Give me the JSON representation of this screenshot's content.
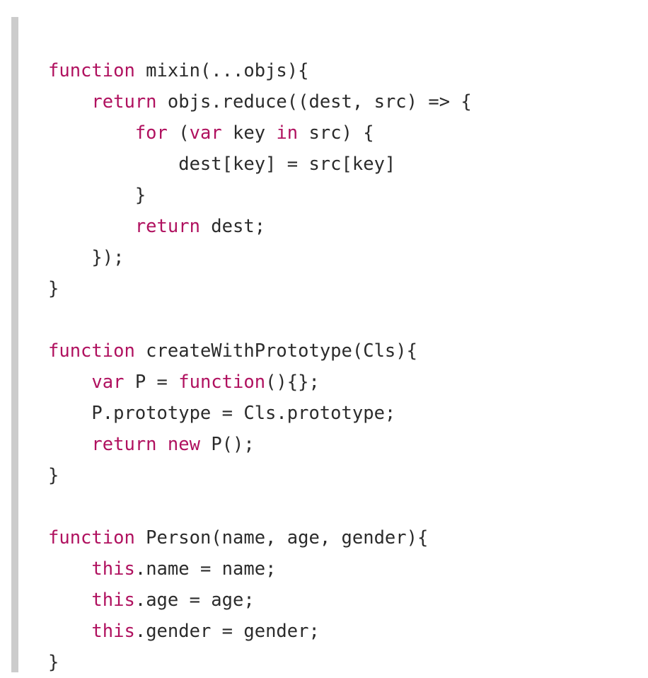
{
  "colors": {
    "keyword": "#b0115f",
    "text": "#2b2b2b",
    "border": "#cccccc",
    "background": "#ffffff"
  },
  "code_block": {
    "language": "javascript",
    "lines": [
      [
        {
          "t": "kw",
          "v": "function"
        },
        {
          "t": "tx",
          "v": " mixin(...objs){"
        }
      ],
      [
        {
          "t": "tx",
          "v": "    "
        },
        {
          "t": "kw",
          "v": "return"
        },
        {
          "t": "tx",
          "v": " objs.reduce((dest, src) => {"
        }
      ],
      [
        {
          "t": "tx",
          "v": "        "
        },
        {
          "t": "kw",
          "v": "for"
        },
        {
          "t": "tx",
          "v": " ("
        },
        {
          "t": "kw",
          "v": "var"
        },
        {
          "t": "tx",
          "v": " key "
        },
        {
          "t": "kw",
          "v": "in"
        },
        {
          "t": "tx",
          "v": " src) {"
        }
      ],
      [
        {
          "t": "tx",
          "v": "            dest[key] = src[key]"
        }
      ],
      [
        {
          "t": "tx",
          "v": "        }"
        }
      ],
      [
        {
          "t": "tx",
          "v": "        "
        },
        {
          "t": "kw",
          "v": "return"
        },
        {
          "t": "tx",
          "v": " dest;"
        }
      ],
      [
        {
          "t": "tx",
          "v": "    });"
        }
      ],
      [
        {
          "t": "tx",
          "v": "}"
        }
      ],
      [
        {
          "t": "tx",
          "v": ""
        }
      ],
      [
        {
          "t": "kw",
          "v": "function"
        },
        {
          "t": "tx",
          "v": " createWithPrototype(Cls){"
        }
      ],
      [
        {
          "t": "tx",
          "v": "    "
        },
        {
          "t": "kw",
          "v": "var"
        },
        {
          "t": "tx",
          "v": " P = "
        },
        {
          "t": "kw",
          "v": "function"
        },
        {
          "t": "tx",
          "v": "(){};"
        }
      ],
      [
        {
          "t": "tx",
          "v": "    P.prototype = Cls.prototype;"
        }
      ],
      [
        {
          "t": "tx",
          "v": "    "
        },
        {
          "t": "kw",
          "v": "return"
        },
        {
          "t": "tx",
          "v": " "
        },
        {
          "t": "kw",
          "v": "new"
        },
        {
          "t": "tx",
          "v": " P();"
        }
      ],
      [
        {
          "t": "tx",
          "v": "}"
        }
      ],
      [
        {
          "t": "tx",
          "v": ""
        }
      ],
      [
        {
          "t": "kw",
          "v": "function"
        },
        {
          "t": "tx",
          "v": " Person(name, age, gender){"
        }
      ],
      [
        {
          "t": "tx",
          "v": "    "
        },
        {
          "t": "kw",
          "v": "this"
        },
        {
          "t": "tx",
          "v": ".name = name;"
        }
      ],
      [
        {
          "t": "tx",
          "v": "    "
        },
        {
          "t": "kw",
          "v": "this"
        },
        {
          "t": "tx",
          "v": ".age = age;"
        }
      ],
      [
        {
          "t": "tx",
          "v": "    "
        },
        {
          "t": "kw",
          "v": "this"
        },
        {
          "t": "tx",
          "v": ".gender = gender;"
        }
      ],
      [
        {
          "t": "tx",
          "v": "}"
        }
      ]
    ]
  }
}
